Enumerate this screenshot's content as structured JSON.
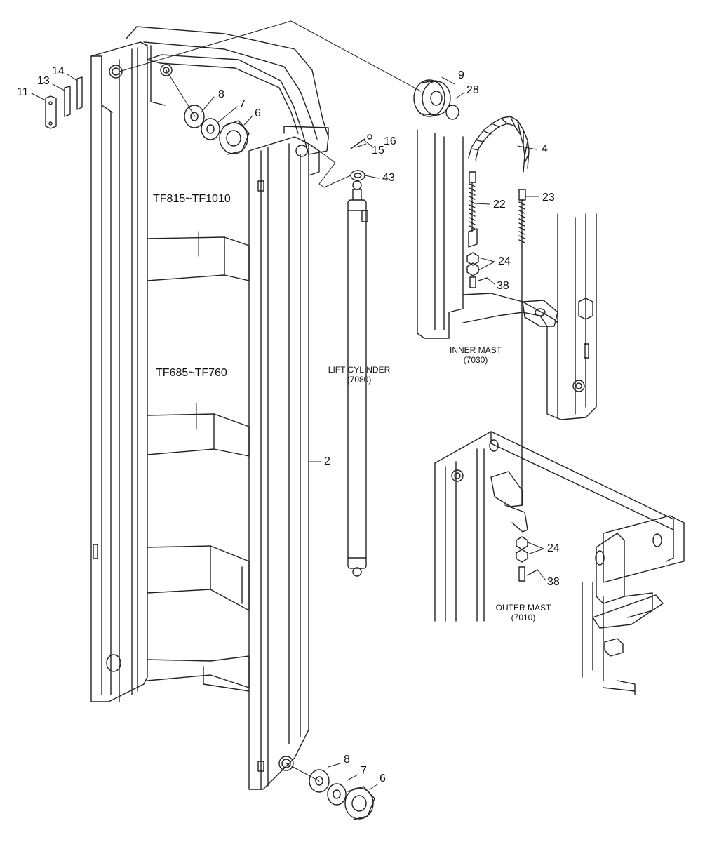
{
  "callouts": {
    "p2": "2",
    "p4": "4",
    "p6_top": "6",
    "p6_bottom": "6",
    "p7_top": "7",
    "p7_bottom": "7",
    "p8_top": "8",
    "p8_bottom": "8",
    "p9": "9",
    "p11": "11",
    "p13": "13",
    "p14": "14",
    "p15": "15",
    "p16": "16",
    "p22": "22",
    "p23": "23",
    "p24_upper": "24",
    "p24_lower": "24",
    "p28": "28",
    "p38_upper": "38",
    "p38_lower": "38",
    "p43": "43"
  },
  "models": {
    "upper": "TF815~TF1010",
    "lower": "TF685~TF760"
  },
  "captions": {
    "lift_cylinder": {
      "name": "LIFT CYLINDER",
      "code": "(7080)"
    },
    "inner_mast": {
      "name": "INNER MAST",
      "code": "(7030)"
    },
    "outer_mast": {
      "name": "OUTER MAST",
      "code": "(7010)"
    }
  }
}
